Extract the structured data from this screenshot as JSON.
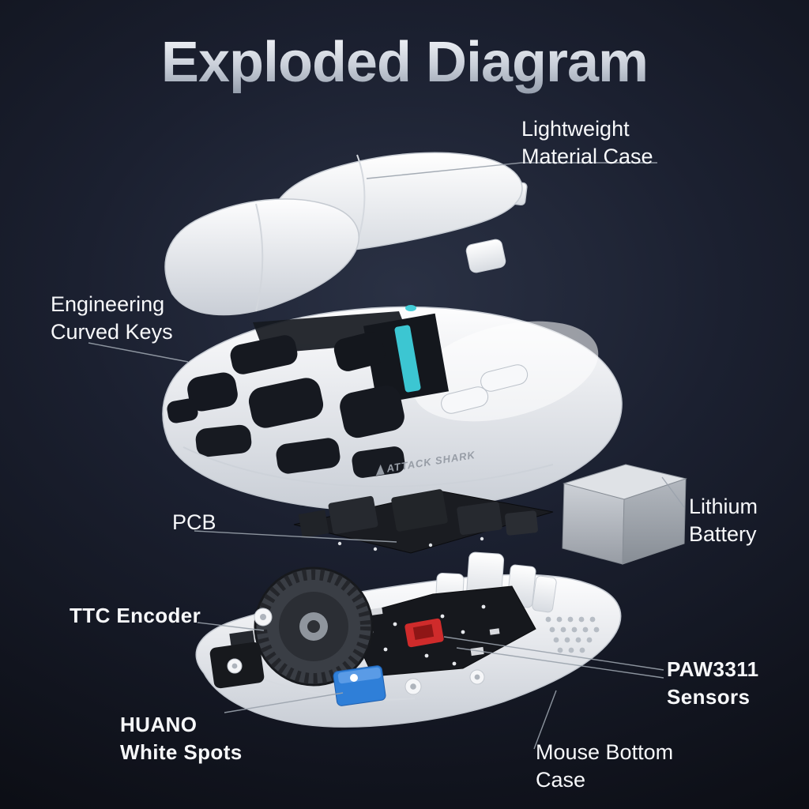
{
  "title": "Exploded Diagram",
  "brand": {
    "logo_text": "ATTACK SHARK"
  },
  "callouts": {
    "lightweight_case": {
      "lines": [
        "Lightweight",
        "Material Case"
      ]
    },
    "curved_keys": {
      "lines": [
        "Engineering",
        "Curved Keys"
      ]
    },
    "pcb": {
      "lines": [
        "PCB"
      ]
    },
    "lithium_battery": {
      "lines": [
        "Lithium",
        "Battery"
      ]
    },
    "ttc_encoder": {
      "lines": [
        "TTC Encoder"
      ]
    },
    "paw3311_sensors": {
      "lines": [
        "PAW3311",
        "Sensors"
      ]
    },
    "huano_switches": {
      "lines": [
        "HUANO",
        "White Spots"
      ]
    },
    "mouse_bottom_case": {
      "lines": [
        "Mouse Bottom",
        "Case"
      ]
    }
  },
  "colors": {
    "background_center": "#2a3144",
    "background_edge": "#0c0e15",
    "label_text": "#f7f8fa",
    "leader_line": "#9aa2ac",
    "title_gradient_top": "#f2f4f8",
    "title_gradient_bottom": "#939cab",
    "accent_teal": "#3cc6d2",
    "switch_blue": "#2f7fd8",
    "sensor_red": "#cf2b2b",
    "battery_silver": "#b6bac1",
    "shell_white": "#ffffff"
  }
}
